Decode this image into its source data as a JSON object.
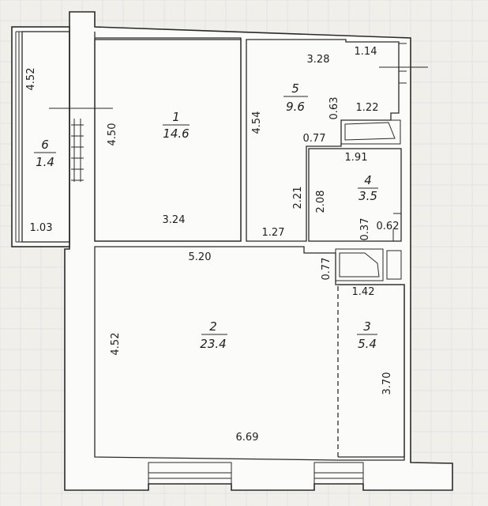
{
  "rooms": [
    {
      "number": "1",
      "area": "14.6"
    },
    {
      "number": "2",
      "area": "23.4"
    },
    {
      "number": "3",
      "area": "5.4"
    },
    {
      "number": "4",
      "area": "3.5"
    },
    {
      "number": "5",
      "area": "9.6"
    },
    {
      "number": "6",
      "area": "1.4"
    }
  ],
  "dimensions": {
    "balcony_height": "4.52",
    "balcony_width": "1.03",
    "room1_height": "4.50",
    "room1_width": "3.24",
    "room5_height": "4.54",
    "room5_top": "3.28",
    "room5_corner": "1.14",
    "room5_wc_top": "1.22",
    "room5_step": "0.63",
    "room5_step_w": "0.77",
    "room5_bottom": "1.27",
    "room4_outer_h": "2.21",
    "room4_inner_h": "2.08",
    "room4_top": "1.91",
    "room4_small_h": "0.37",
    "room4_small_w": "0.62",
    "room2_top": "5.20",
    "room2_height": "4.52",
    "room2_width": "6.69",
    "room3_step": "0.77",
    "room3_top": "1.42",
    "room3_height": "3.70"
  }
}
